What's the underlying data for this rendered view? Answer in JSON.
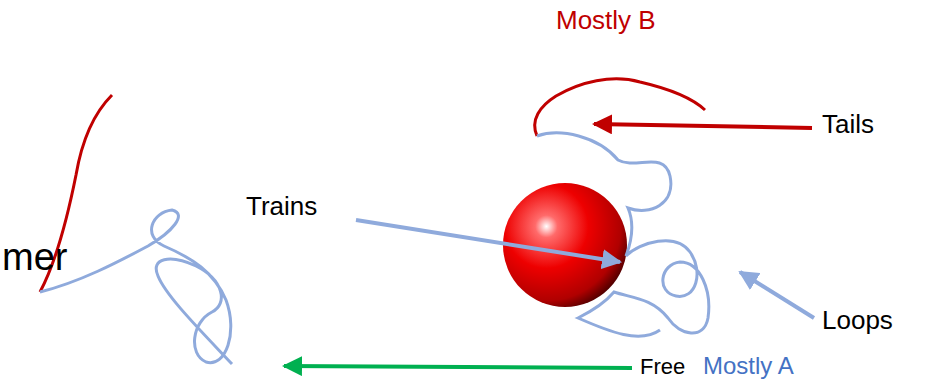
{
  "diagram": {
    "labels": [
      "Mostly B",
      "Tails",
      "Trains",
      "mer",
      "Loops",
      "Free",
      "Mostly A"
    ]
  }
}
